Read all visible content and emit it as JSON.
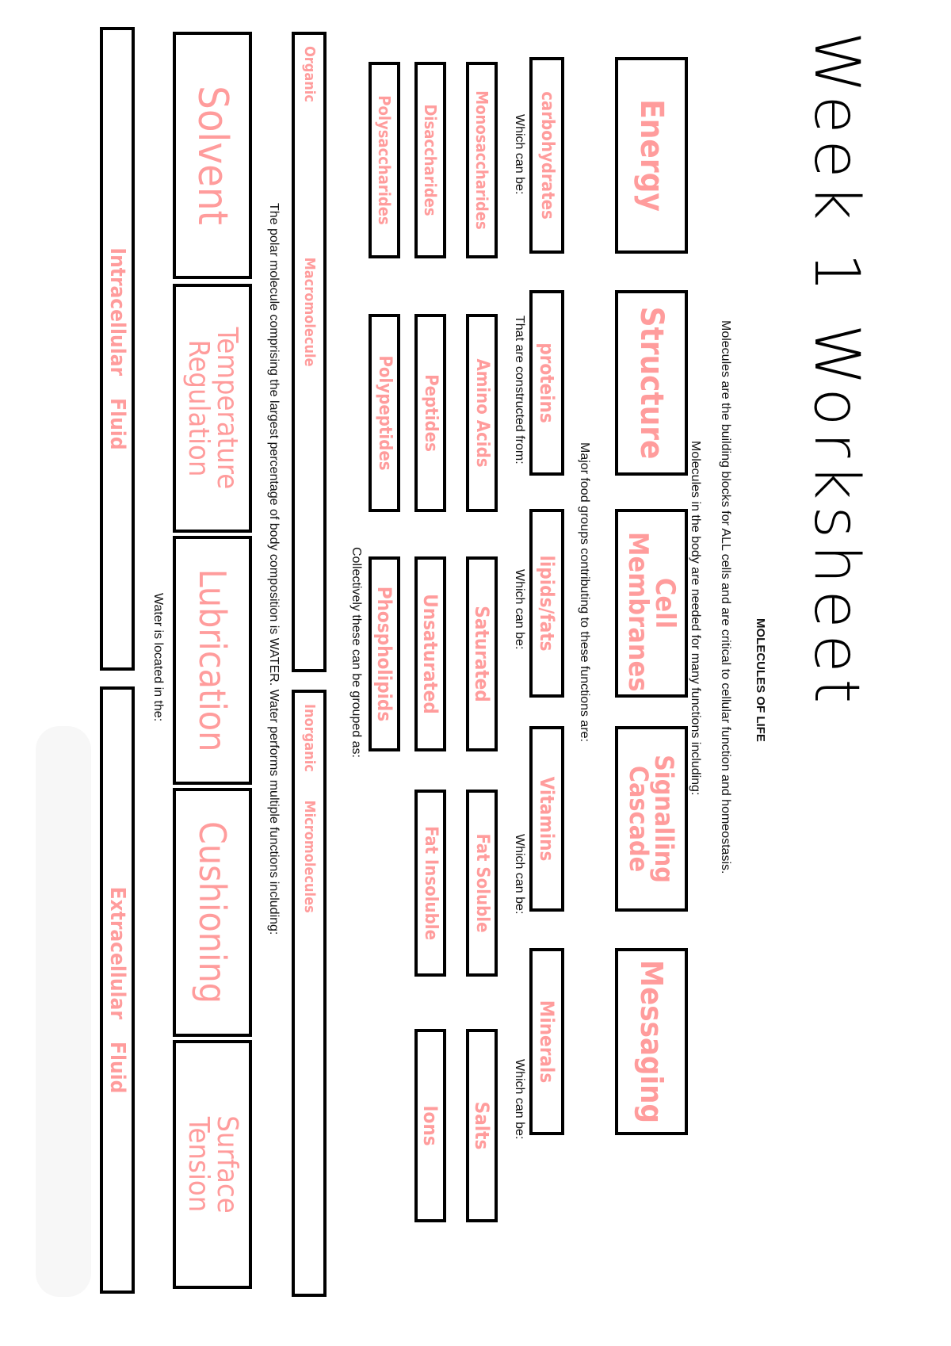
{
  "title": "Week 1 Worksheet",
  "heading": "MOLECULES OF LIFE",
  "intro_1": "Molecules are the building blocks for ALL cells and are critical to cellular function and homeostasis.",
  "intro_2": "Molecules in the body are needed for many functions including:",
  "functions": [
    "Energy",
    "Structure",
    "Cell Membranes",
    "Signalling Cascade",
    "Messaging"
  ],
  "food_groups_prompt": "Major food groups contributing to these functions are:",
  "food_groups": [
    {
      "name": "carbohydrates",
      "prompt": "Which can be:",
      "items": [
        "Monosaccharides",
        "Disaccharides",
        "Polysaccharides"
      ]
    },
    {
      "name": "proteins",
      "prompt": "That are constructed from:",
      "items": [
        "Amino Acids",
        "Peptides",
        "Polypeptides"
      ]
    },
    {
      "name": "lipids/fats",
      "prompt": "Which can be:",
      "items": [
        "Saturated",
        "Unsaturated",
        "Phospholipids"
      ]
    },
    {
      "name": "Vitamins",
      "prompt": "Which can be:",
      "items": [
        "Fat Soluble",
        "Fat Insoluble"
      ]
    },
    {
      "name": "Minerals",
      "prompt": "Which can be:",
      "items": [
        "Salts",
        "Ions"
      ]
    }
  ],
  "grouped_prompt": "Collectively these can be grouped as:",
  "groups": [
    "Organic Macromolecule",
    "Inorganic Micromolecules"
  ],
  "water_prompt": "The polar molecule comprising the largest percentage of body composition is WATER. Water performs multiple functions including:",
  "water_functions": [
    "Solvent",
    "Temperature Regulation",
    "Lubrication",
    "Cushioning",
    "Surface Tension"
  ],
  "location_prompt": "Water is located in the:",
  "locations": [
    "Intracellular Fluid",
    "Extracellular Fluid"
  ],
  "colors": {
    "handwriting": "#ff9c9c",
    "border": "#000000",
    "background": "#ffffff"
  }
}
